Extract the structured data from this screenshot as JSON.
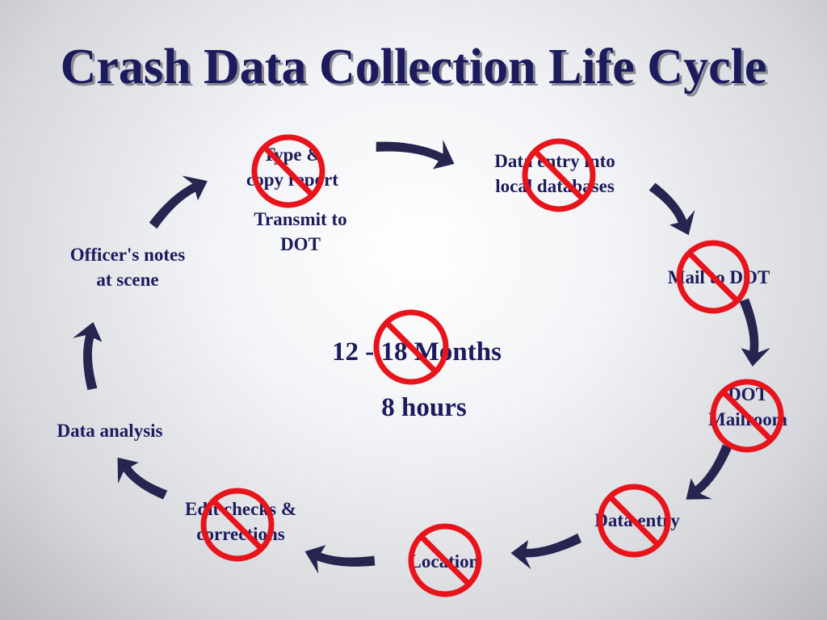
{
  "title": "Crash Data Collection Life Cycle",
  "colors": {
    "text": "#1b1b5e",
    "arrow": "#252550",
    "prohibit": "#e8141c"
  },
  "icons": [
    "curved-arrow-icon",
    "prohibition-icon"
  ],
  "steps": {
    "type_copy": {
      "line1": "Type &",
      "line2": "copy report"
    },
    "transmit": {
      "line1": "Transmit to",
      "line2": "DOT"
    },
    "data_entry_local": {
      "line1": "Data entry into",
      "line2": "local databases"
    },
    "mail_dot": {
      "line1": "Mail to DOT"
    },
    "dot_mailroom": {
      "line1": "DOT",
      "line2": "Mailroom"
    },
    "data_entry": {
      "line1": "Data entry"
    },
    "location": {
      "line1": "Location"
    },
    "edit_checks": {
      "line1": "Edit checks &",
      "line2": "corrections"
    },
    "data_analysis": {
      "line1": "Data analysis"
    },
    "officer_notes": {
      "line1": "Officer's notes",
      "line2": "at scene"
    }
  },
  "duration": {
    "old": "12 - 18 Months",
    "new": "8 hours"
  }
}
